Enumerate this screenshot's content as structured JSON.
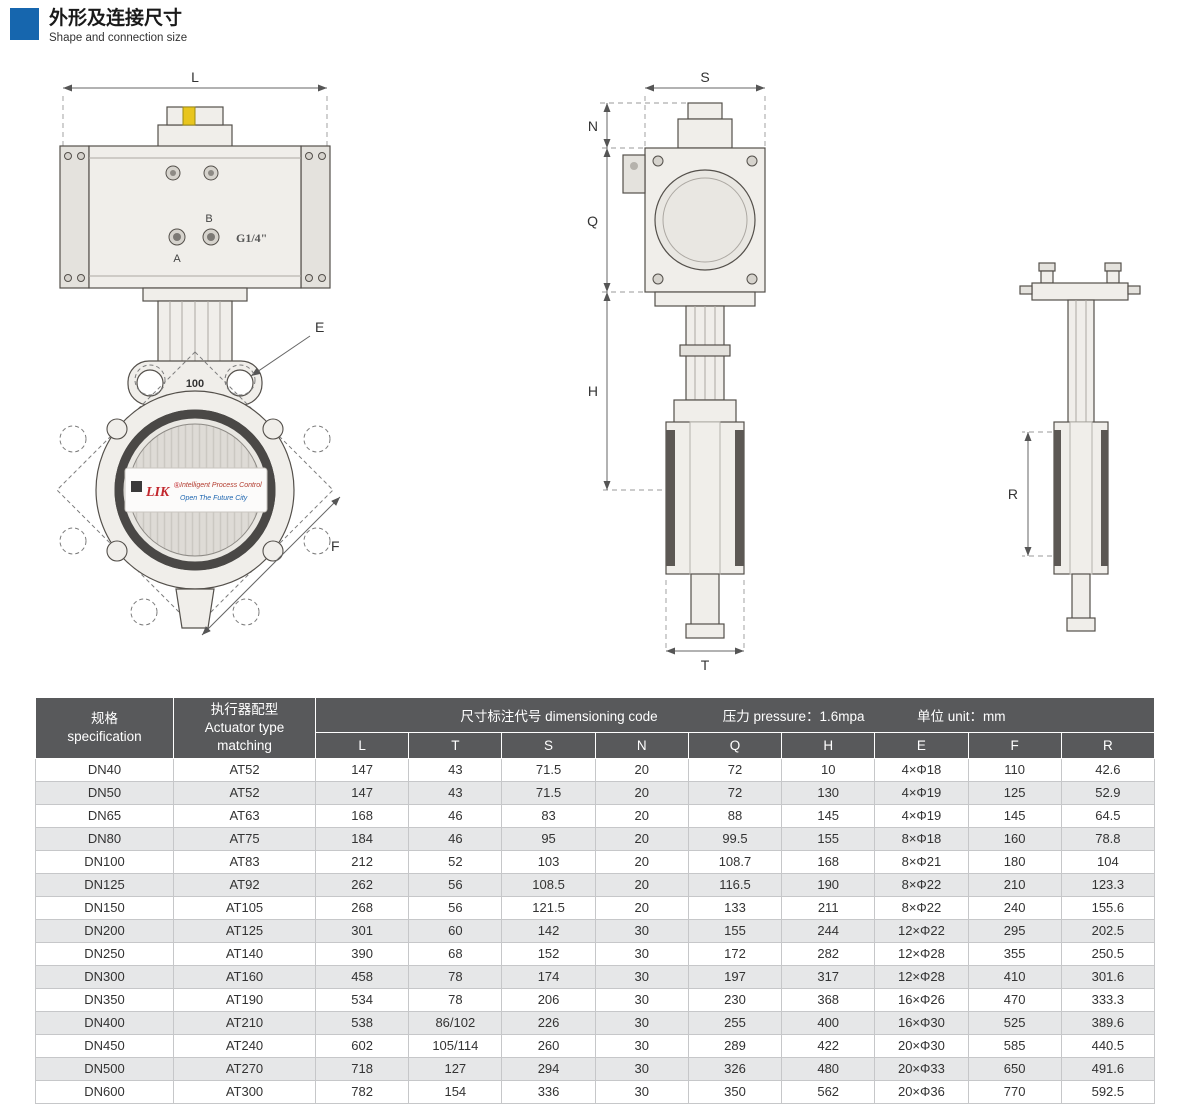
{
  "header": {
    "title": "外形及连接尺寸",
    "subtitle": "Shape and connection size"
  },
  "colors": {
    "accent-blue": "#1666ae",
    "table-header-gray": "#58595b",
    "row-alt-gray": "#e6e7e8",
    "indicator-yellow": "#e8c51e",
    "logo-red": "#c2272d",
    "logo-blue": "#1e66b0",
    "drawing-line": "#54504b"
  },
  "drawings": {
    "front": {
      "dim_l": "L",
      "dim_e": "E",
      "dim_f": "F",
      "port_thread": "G1/4\"",
      "port_a": "A",
      "port_b": "B",
      "neck_size": "100",
      "logo_text": "LIK",
      "logo_reg": "®",
      "logo_tagline1": "Intelligent Process Control",
      "logo_tagline2": "Open The Future City"
    },
    "side": {
      "dim_s": "S",
      "dim_n": "N",
      "dim_q": "Q",
      "dim_h": "H",
      "dim_t": "T"
    },
    "profile": {
      "dim_r": "R"
    }
  },
  "table": {
    "spec_header": {
      "line1": "规格",
      "line2": "specification"
    },
    "actuator_header": {
      "line1": "执行器配型",
      "line2": "Actuator type",
      "line3": "matching"
    },
    "span_header": {
      "dimension_code": "尺寸标注代号 dimensioning code",
      "pressure": "压力 pressure：1.6mpa",
      "unit": "单位 unit：mm"
    },
    "dim_columns": [
      "L",
      "T",
      "S",
      "N",
      "Q",
      "H",
      "E",
      "F",
      "R"
    ],
    "rows": [
      [
        "DN40",
        "AT52",
        "147",
        "43",
        "71.5",
        "20",
        "72",
        "10",
        "4×Φ18",
        "110",
        "42.6"
      ],
      [
        "DN50",
        "AT52",
        "147",
        "43",
        "71.5",
        "20",
        "72",
        "130",
        "4×Φ19",
        "125",
        "52.9"
      ],
      [
        "DN65",
        "AT63",
        "168",
        "46",
        "83",
        "20",
        "88",
        "145",
        "4×Φ19",
        "145",
        "64.5"
      ],
      [
        "DN80",
        "AT75",
        "184",
        "46",
        "95",
        "20",
        "99.5",
        "155",
        "8×Φ18",
        "160",
        "78.8"
      ],
      [
        "DN100",
        "AT83",
        "212",
        "52",
        "103",
        "20",
        "108.7",
        "168",
        "8×Φ21",
        "180",
        "104"
      ],
      [
        "DN125",
        "AT92",
        "262",
        "56",
        "108.5",
        "20",
        "116.5",
        "190",
        "8×Φ22",
        "210",
        "123.3"
      ],
      [
        "DN150",
        "AT105",
        "268",
        "56",
        "121.5",
        "20",
        "133",
        "211",
        "8×Φ22",
        "240",
        "155.6"
      ],
      [
        "DN200",
        "AT125",
        "301",
        "60",
        "142",
        "30",
        "155",
        "244",
        "12×Φ22",
        "295",
        "202.5"
      ],
      [
        "DN250",
        "AT140",
        "390",
        "68",
        "152",
        "30",
        "172",
        "282",
        "12×Φ28",
        "355",
        "250.5"
      ],
      [
        "DN300",
        "AT160",
        "458",
        "78",
        "174",
        "30",
        "197",
        "317",
        "12×Φ28",
        "410",
        "301.6"
      ],
      [
        "DN350",
        "AT190",
        "534",
        "78",
        "206",
        "30",
        "230",
        "368",
        "16×Φ26",
        "470",
        "333.3"
      ],
      [
        "DN400",
        "AT210",
        "538",
        "86/102",
        "226",
        "30",
        "255",
        "400",
        "16×Φ30",
        "525",
        "389.6"
      ],
      [
        "DN450",
        "AT240",
        "602",
        "105/114",
        "260",
        "30",
        "289",
        "422",
        "20×Φ30",
        "585",
        "440.5"
      ],
      [
        "DN500",
        "AT270",
        "718",
        "127",
        "294",
        "30",
        "326",
        "480",
        "20×Φ33",
        "650",
        "491.6"
      ],
      [
        "DN600",
        "AT300",
        "782",
        "154",
        "336",
        "30",
        "350",
        "562",
        "20×Φ36",
        "770",
        "592.5"
      ]
    ]
  }
}
